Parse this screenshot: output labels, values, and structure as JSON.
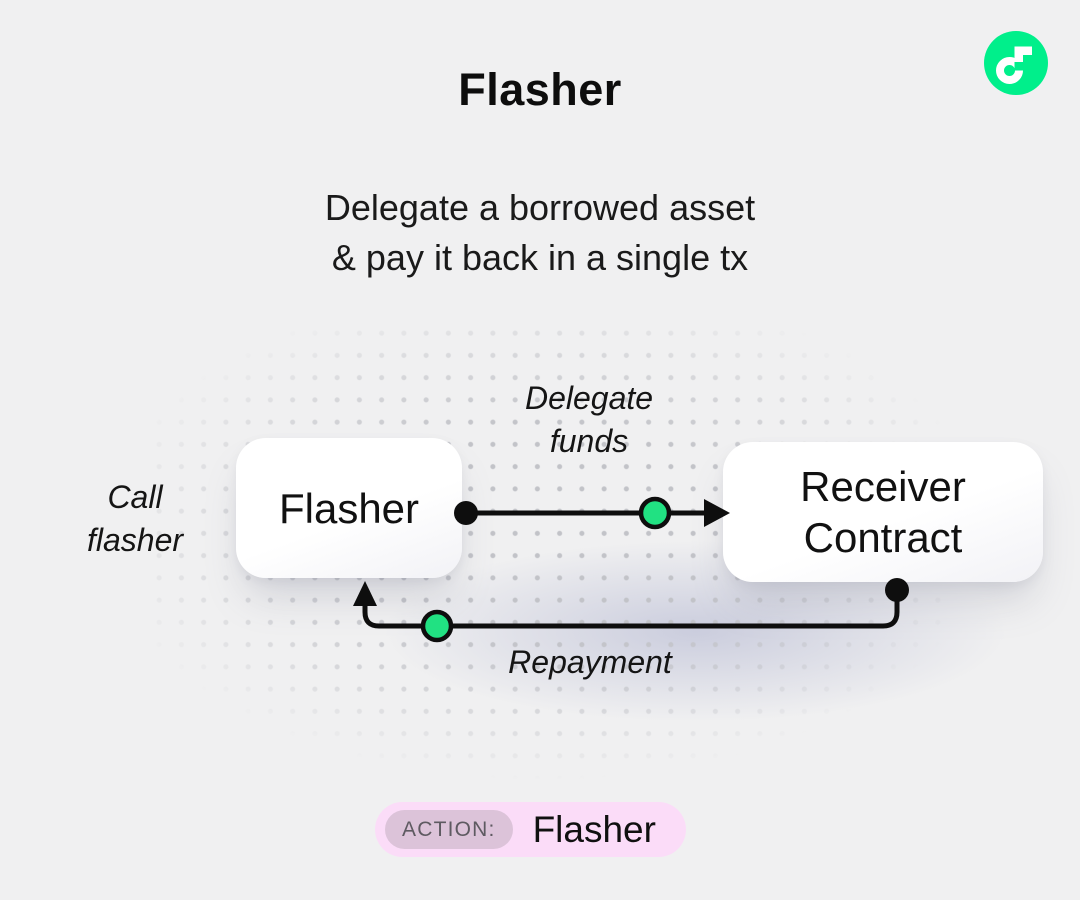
{
  "header": {
    "title": "Flasher",
    "subtitle_line1": "Delegate a borrowed asset",
    "subtitle_line2": "& pay it back in a single tx"
  },
  "logo": {
    "name": "flow-logo",
    "circle_color": "#00EF8B",
    "glyph_color": "#FFFFFF"
  },
  "diagram": {
    "call_label_line1": "Call",
    "call_label_line2": "flasher",
    "flasher_node_label": "Flasher",
    "receiver_node_label_line1": "Receiver",
    "receiver_node_label_line2": "Contract",
    "delegate_edge_label_line1": "Delegate",
    "delegate_edge_label_line2": "funds",
    "repayment_edge_label": "Repayment",
    "token_color": "#21E182",
    "line_color": "#0E0E0E"
  },
  "footer": {
    "badge_label": "ACTION:",
    "action_value": "Flasher",
    "pill_color": "#FBDCF8",
    "badge_color": "#DCC3D9"
  },
  "theme": {
    "background": "#F0F0F1",
    "dot_color": "#C2C3C8",
    "ink": "#121212"
  }
}
